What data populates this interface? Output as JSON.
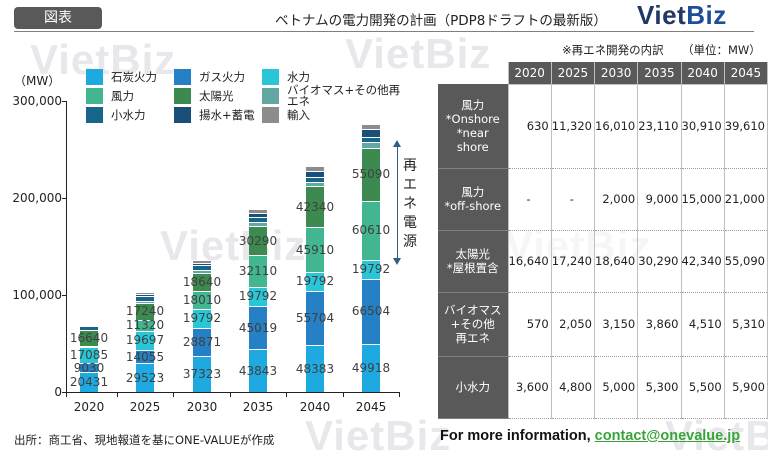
{
  "header": {
    "tag_label": "図表",
    "title": "ベトナムの電力開発の計画（PDP8ドラフトの最新版）",
    "logo_part1": "Viet",
    "logo_part2": "Biz"
  },
  "watermark_text": "VietBiz",
  "chart": {
    "y_unit_label": "（MW）",
    "y_ticks": [
      "300,000",
      "200,000",
      "100,000",
      "0"
    ],
    "x_labels": [
      "2020",
      "2025",
      "2030",
      "2035",
      "2040",
      "2045"
    ],
    "renewable_bracket_label": [
      "再",
      "エ",
      "ネ",
      "電",
      "源"
    ],
    "legend": [
      {
        "label": "石炭火力",
        "color": "#1fa9e1"
      },
      {
        "label": "ガス火力",
        "color": "#2680c6"
      },
      {
        "label": "水力",
        "color": "#28c6d6"
      },
      {
        "label": "風力",
        "color": "#41b691"
      },
      {
        "label": "太陽光",
        "color": "#3c8a50"
      },
      {
        "label": "バイオマス+その他再エネ",
        "color": "#62a7a3"
      },
      {
        "label": "小水力",
        "color": "#17668a"
      },
      {
        "label": "揚水+蓄電",
        "color": "#1a4f7a"
      },
      {
        "label": "輸入",
        "color": "#8c8c8c"
      }
    ],
    "legend_biomass_line1": "バイオマス+その他再",
    "legend_biomass_line2": "エネ"
  },
  "chart_data": {
    "type": "bar",
    "stacked": true,
    "title": "ベトナムの電力開発の計画（PDP8ドラフトの最新版）",
    "xlabel": "",
    "ylabel": "（MW）",
    "ylim": [
      0,
      300000
    ],
    "y_ticks": [
      0,
      100000,
      200000,
      300000
    ],
    "grid": false,
    "legend_position": "top",
    "categories": [
      "2020",
      "2025",
      "2030",
      "2035",
      "2040",
      "2045"
    ],
    "series": [
      {
        "name": "石炭火力",
        "color": "#1fa9e1",
        "values": [
          20431,
          29523,
          37323,
          43843,
          48383,
          49918
        ]
      },
      {
        "name": "ガス火力",
        "color": "#2680c6",
        "values": [
          9030,
          14055,
          28871,
          45019,
          55704,
          66504
        ]
      },
      {
        "name": "水力",
        "color": "#28c6d6",
        "values": [
          17085,
          19697,
          19792,
          19792,
          19792,
          19792
        ]
      },
      {
        "name": "風力",
        "color": "#41b691",
        "values": [
          630,
          11320,
          18010,
          32110,
          45910,
          60610
        ]
      },
      {
        "name": "太陽光",
        "color": "#3c8a50",
        "values": [
          16640,
          17240,
          18640,
          30290,
          42340,
          55090
        ]
      },
      {
        "name": "バイオマス+その他再エネ",
        "color": "#62a7a3",
        "values": [
          570,
          2050,
          3150,
          3860,
          4510,
          5310
        ]
      },
      {
        "name": "小水力",
        "color": "#17668a",
        "values": [
          3600,
          4800,
          5000,
          5300,
          5500,
          5900
        ]
      },
      {
        "name": "揚水+蓄電",
        "color": "#1a4f7a",
        "values": [
          0,
          2400,
          2400,
          4500,
          6000,
          8000
        ]
      },
      {
        "name": "輸入",
        "color": "#8c8c8c",
        "values": [
          0,
          2000,
          3000,
          4000,
          4500,
          5000
        ]
      }
    ],
    "data_labels": {
      "石炭火力": [
        "20431",
        "29523",
        "37323",
        "43843",
        "48383",
        "49918"
      ],
      "ガス火力": [
        "9030",
        "14055",
        "28871",
        "45019",
        "55704",
        "66504"
      ],
      "水力": [
        "17085",
        "19697",
        "19792",
        "19792",
        "19792",
        "19792"
      ],
      "風力": [
        "",
        "11320",
        "18010",
        "32110",
        "45910",
        "60610"
      ],
      "太陽光": [
        "16640",
        "17240",
        "18640",
        "30290",
        "42340",
        "55090"
      ]
    },
    "annotations": [
      "再エネ電源 (bracket arrow beside 2045 bar spanning 風力+太陽光)"
    ]
  },
  "table": {
    "note": "※再エネ開発の内訳",
    "unit": "（単位：MW）",
    "columns": [
      "2020",
      "2025",
      "2030",
      "2035",
      "2040",
      "2045"
    ],
    "rows": [
      {
        "header": [
          "風力",
          "*Onshore",
          "*near",
          "shore"
        ],
        "values": [
          "630",
          "11,320",
          "16,010",
          "23,110",
          "30,910",
          "39,610"
        ]
      },
      {
        "header": [
          "風力",
          "*off-shore"
        ],
        "values": [
          "-",
          "-",
          "2,000",
          "9,000",
          "15,000",
          "21,000"
        ]
      },
      {
        "header": [
          "太陽光",
          "*屋根置含"
        ],
        "values": [
          "16,640",
          "17,240",
          "18,640",
          "30,290",
          "42,340",
          "55,090"
        ]
      },
      {
        "header": [
          "バイオマス",
          "+その他",
          "再エネ"
        ],
        "values": [
          "570",
          "2,050",
          "3,150",
          "3,860",
          "4,510",
          "5,310"
        ]
      },
      {
        "header": [
          "小水力"
        ],
        "values": [
          "3,600",
          "4,800",
          "5,000",
          "5,300",
          "5,500",
          "5,900"
        ]
      }
    ]
  },
  "footer": {
    "source": "出所：商工省、現地報道を基にONE-VALUEが作成",
    "more_info_label": "For more information, ",
    "contact_email": "contact@onevalue.jp"
  }
}
